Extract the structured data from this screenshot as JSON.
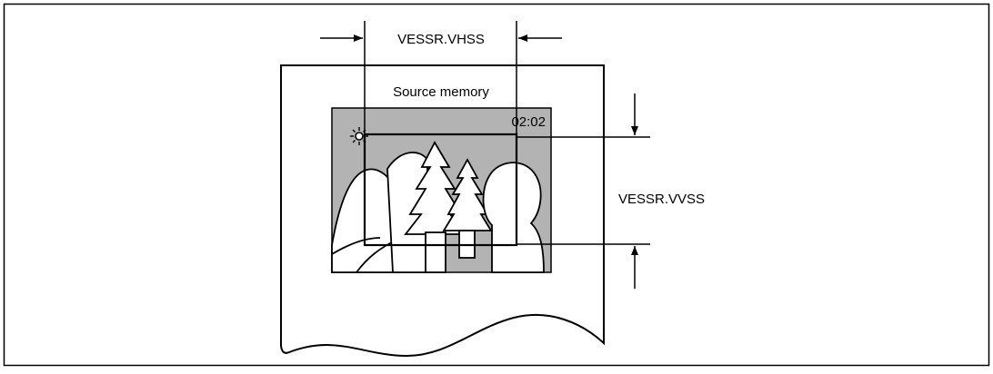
{
  "labels": {
    "horizontal_size": "VESSR.VHSS",
    "vertical_size": "VESSR.VVSS",
    "source_memory": "Source memory",
    "timestamp": "02:02"
  },
  "icons": {
    "sun": "sun-icon"
  },
  "colors": {
    "frame_fill": "#b3b3b3",
    "line": "#000000",
    "background": "#ffffff"
  }
}
